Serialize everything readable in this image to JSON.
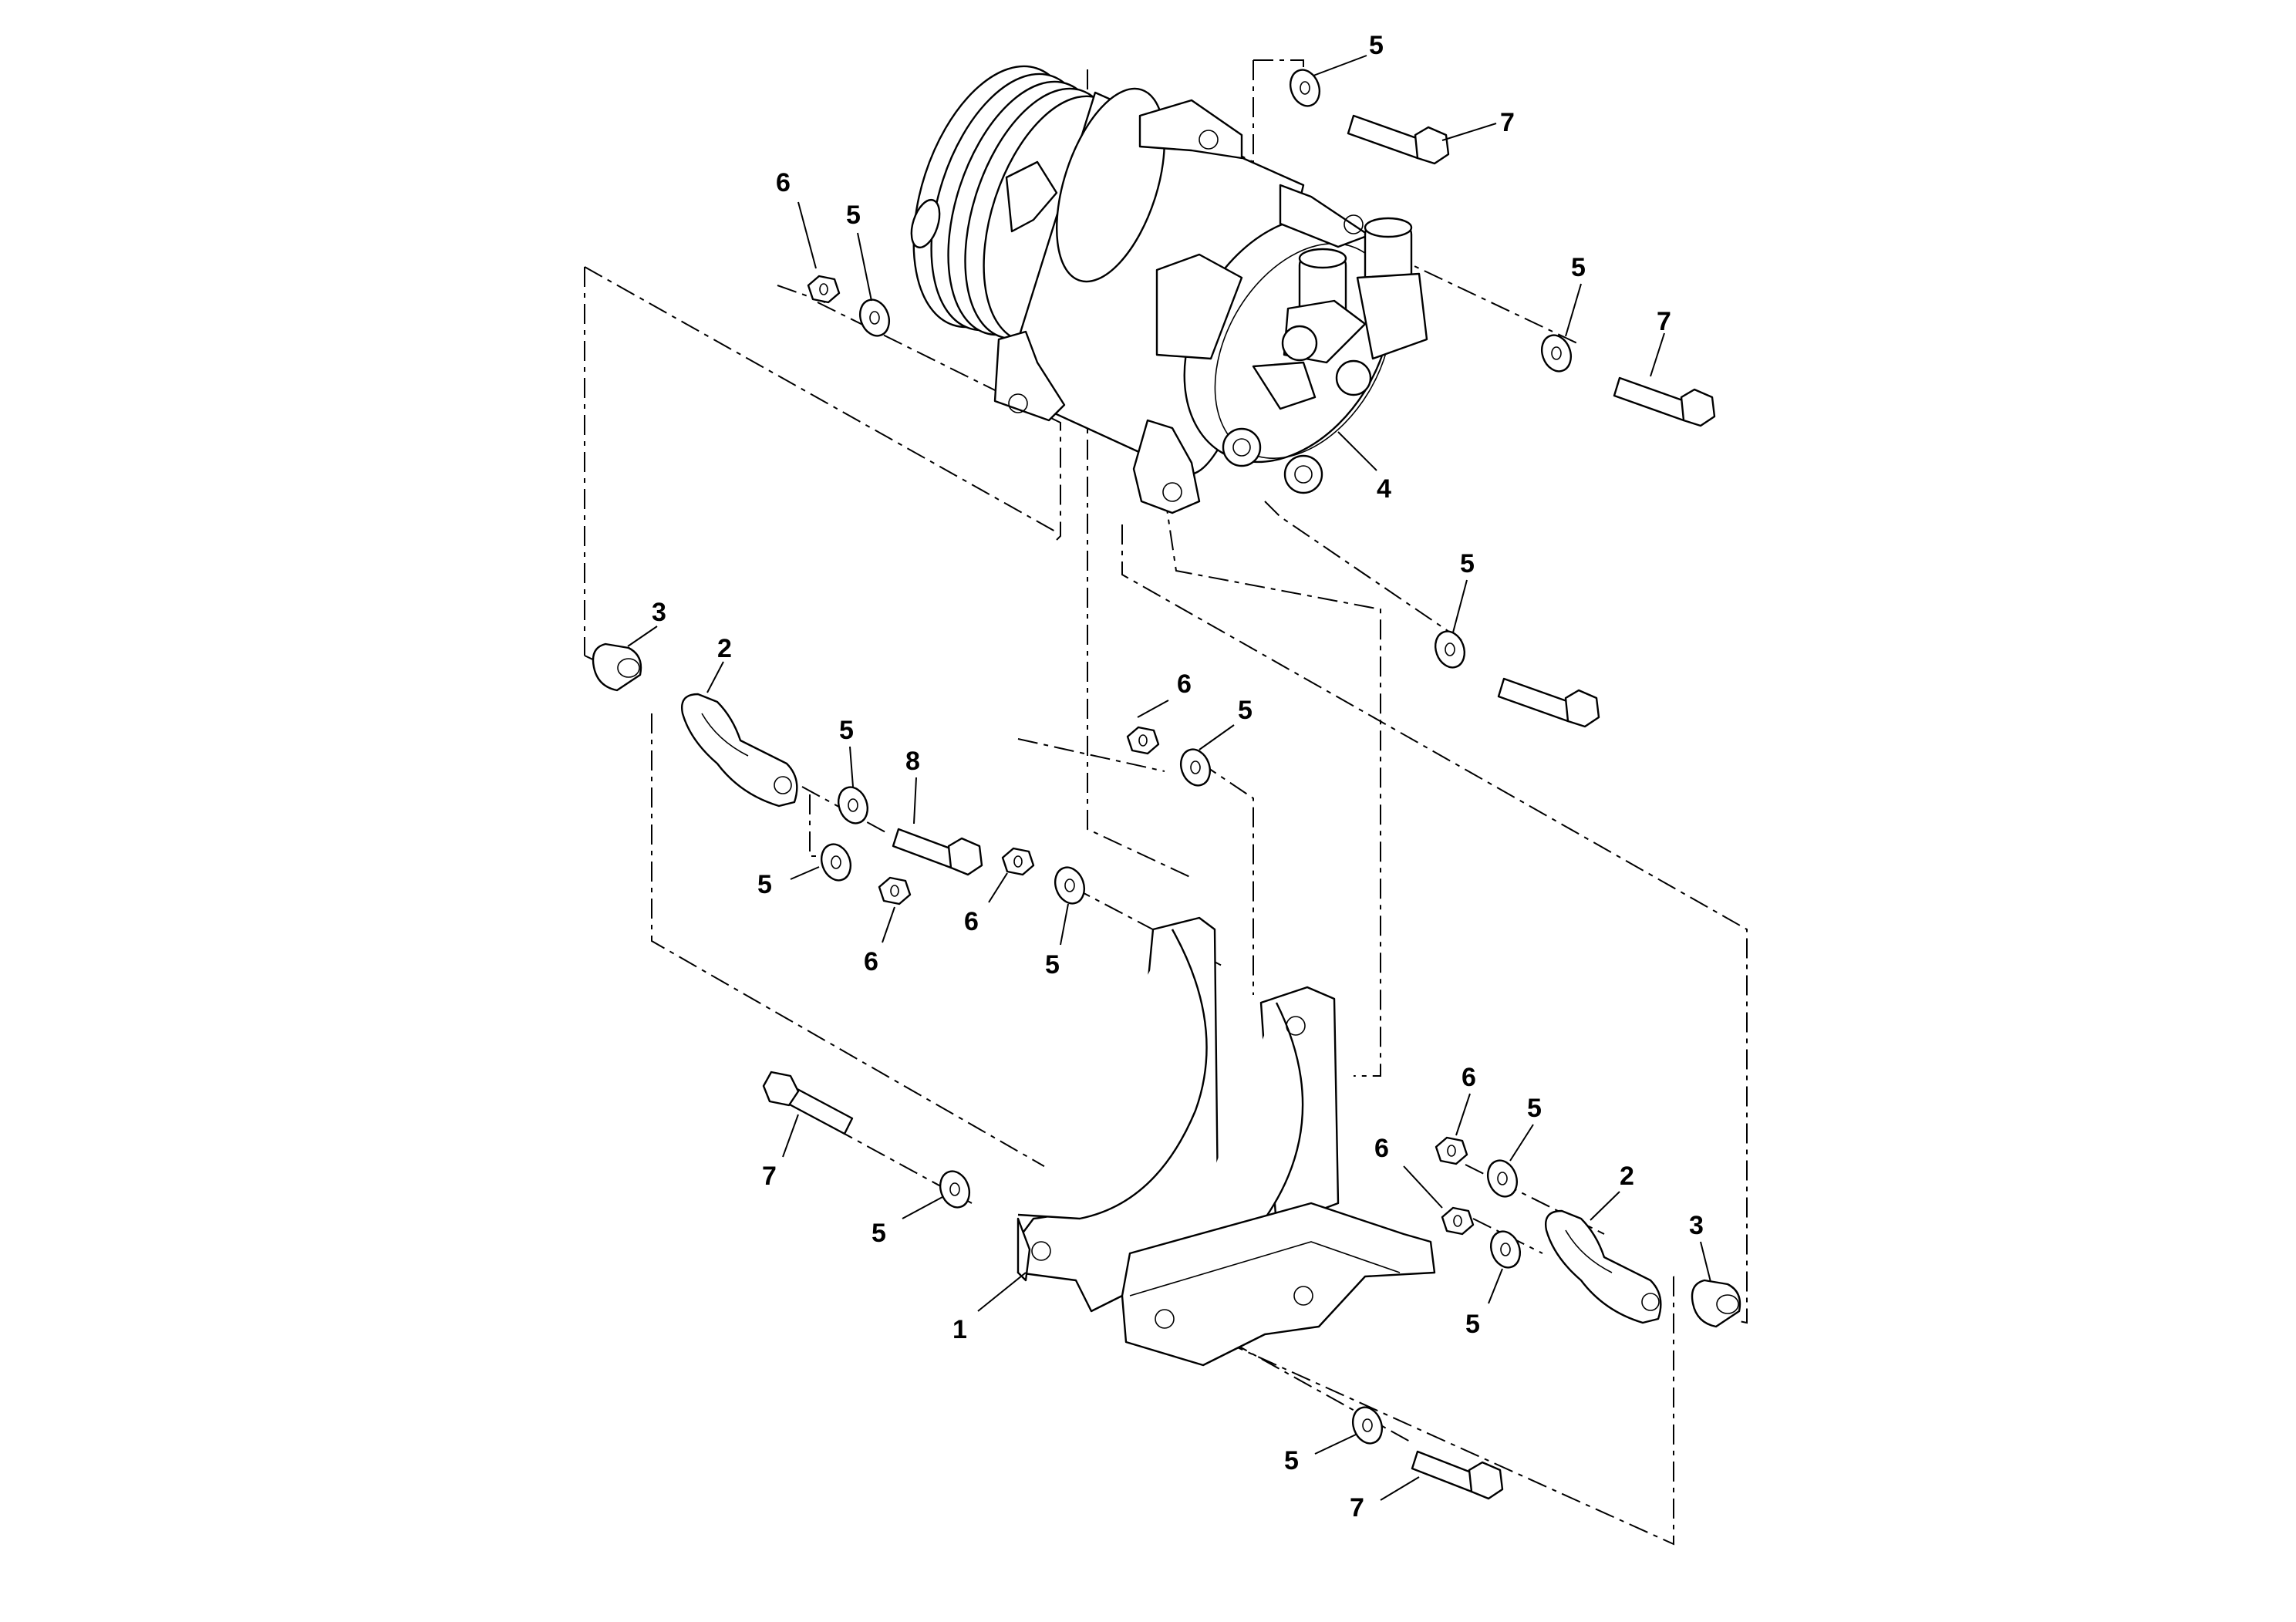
{
  "diagram": {
    "callouts": [
      {
        "label": "5"
      },
      {
        "label": "7"
      },
      {
        "label": "6"
      },
      {
        "label": "5"
      },
      {
        "label": "5"
      },
      {
        "label": "7"
      },
      {
        "label": "4"
      },
      {
        "label": "5"
      },
      {
        "label": "3"
      },
      {
        "label": "2"
      },
      {
        "label": "5"
      },
      {
        "label": "8"
      },
      {
        "label": "6"
      },
      {
        "label": "5"
      },
      {
        "label": "5"
      },
      {
        "label": "6"
      },
      {
        "label": "6"
      },
      {
        "label": "5"
      },
      {
        "label": "7"
      },
      {
        "label": "5"
      },
      {
        "label": "1"
      },
      {
        "label": "6"
      },
      {
        "label": "5"
      },
      {
        "label": "6"
      },
      {
        "label": "2"
      },
      {
        "label": "3"
      },
      {
        "label": "5"
      },
      {
        "label": "5"
      },
      {
        "label": "7"
      }
    ],
    "parts": {
      "p1": "bracket",
      "p2": "adjusting-link",
      "p3": "spacer",
      "p4": "compressor",
      "p5": "washer",
      "p6": "nut",
      "p7": "bolt",
      "p8": "bolt"
    }
  }
}
